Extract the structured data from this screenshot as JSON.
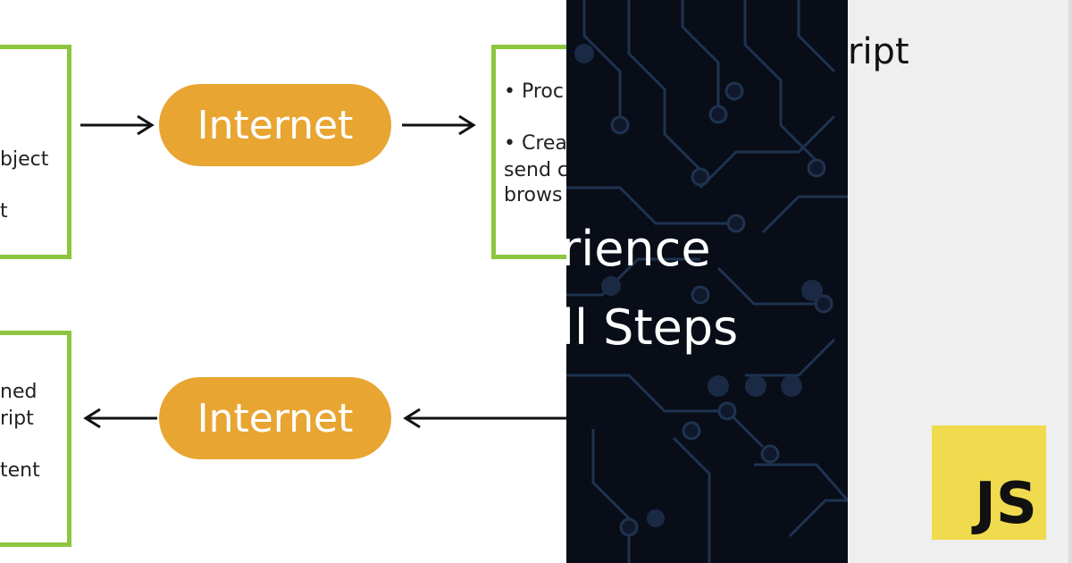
{
  "diagram": {
    "pill_top": "Internet",
    "pill_bottom": "Internet",
    "left_top_lines": [
      "bject",
      "t"
    ],
    "right_top_lines": [
      "• Proc",
      "• Crea",
      "send c",
      "brows"
    ],
    "left_bottom_lines": [
      "ned",
      "ript",
      "tent"
    ],
    "colors": {
      "box_border": "#8cc63f",
      "pill": "#e8a532"
    }
  },
  "circuit": {
    "headline_line1": "rience",
    "headline_line2": "ll Steps",
    "colors": {
      "background": "#080d18",
      "trace": "#1f3350"
    }
  },
  "js": {
    "title_fragment": "ript",
    "logo_text": "JS",
    "colors": {
      "logo_bg": "#f0db4f",
      "panel_bg": "#efefef"
    }
  }
}
